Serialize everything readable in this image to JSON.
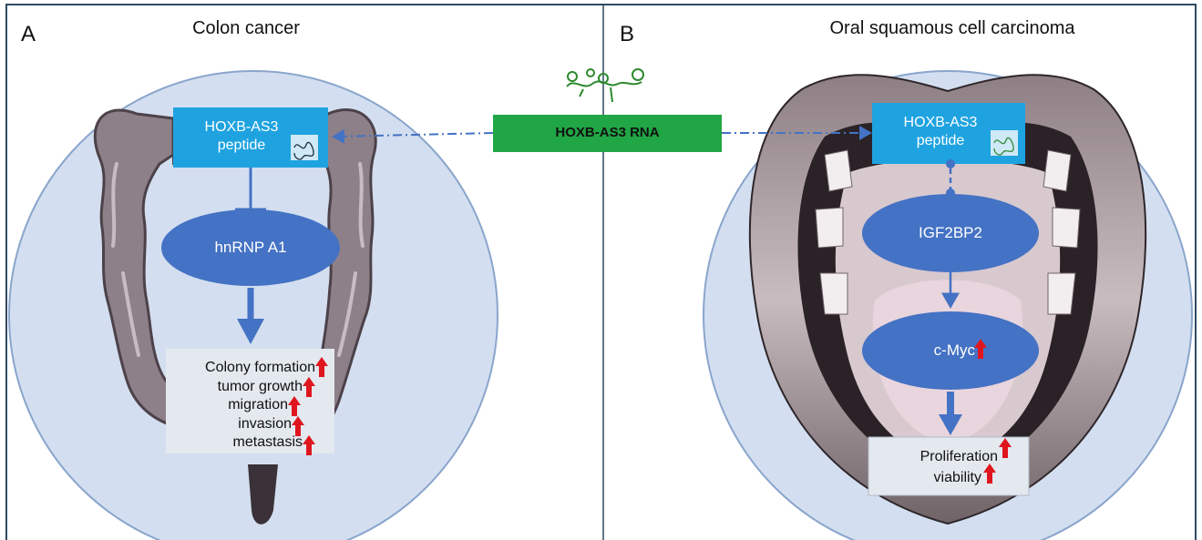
{
  "colors": {
    "border": "#2f4a63",
    "circle_fill": "#d3dff0",
    "circle_stroke": "#8aa5cc",
    "peptide_box": "#1fa3e0",
    "node_fill": "#4472c4",
    "rna_box": "#21a645",
    "up_arrow": "#e0161f",
    "flow_arrow": "#4472c4"
  },
  "rna": {
    "label": "HOXB-AS3 RNA",
    "structure_icon": "rna-secondary-structure-icon"
  },
  "panel_a": {
    "letter": "A",
    "title": "Colon cancer",
    "organ_icon": "colon-icon",
    "peptide": {
      "line1": "HOXB-AS3",
      "line2": "peptide",
      "icon": "folded-peptide-icon"
    },
    "target": "hnRNP A1",
    "outcomes": [
      "Colony formation",
      "tumor growth",
      "migration",
      "invasion",
      "metastasis"
    ]
  },
  "panel_b": {
    "letter": "B",
    "title": "Oral squamous cell carcinoma",
    "organ_icon": "open-mouth-icon",
    "peptide": {
      "line1": "HOXB-AS3",
      "line2": "peptide",
      "icon": "folded-peptide-icon"
    },
    "binding_partner": "IGF2BP2",
    "target": "c-Myc",
    "outcomes": [
      "Proliferation",
      "viability"
    ]
  }
}
